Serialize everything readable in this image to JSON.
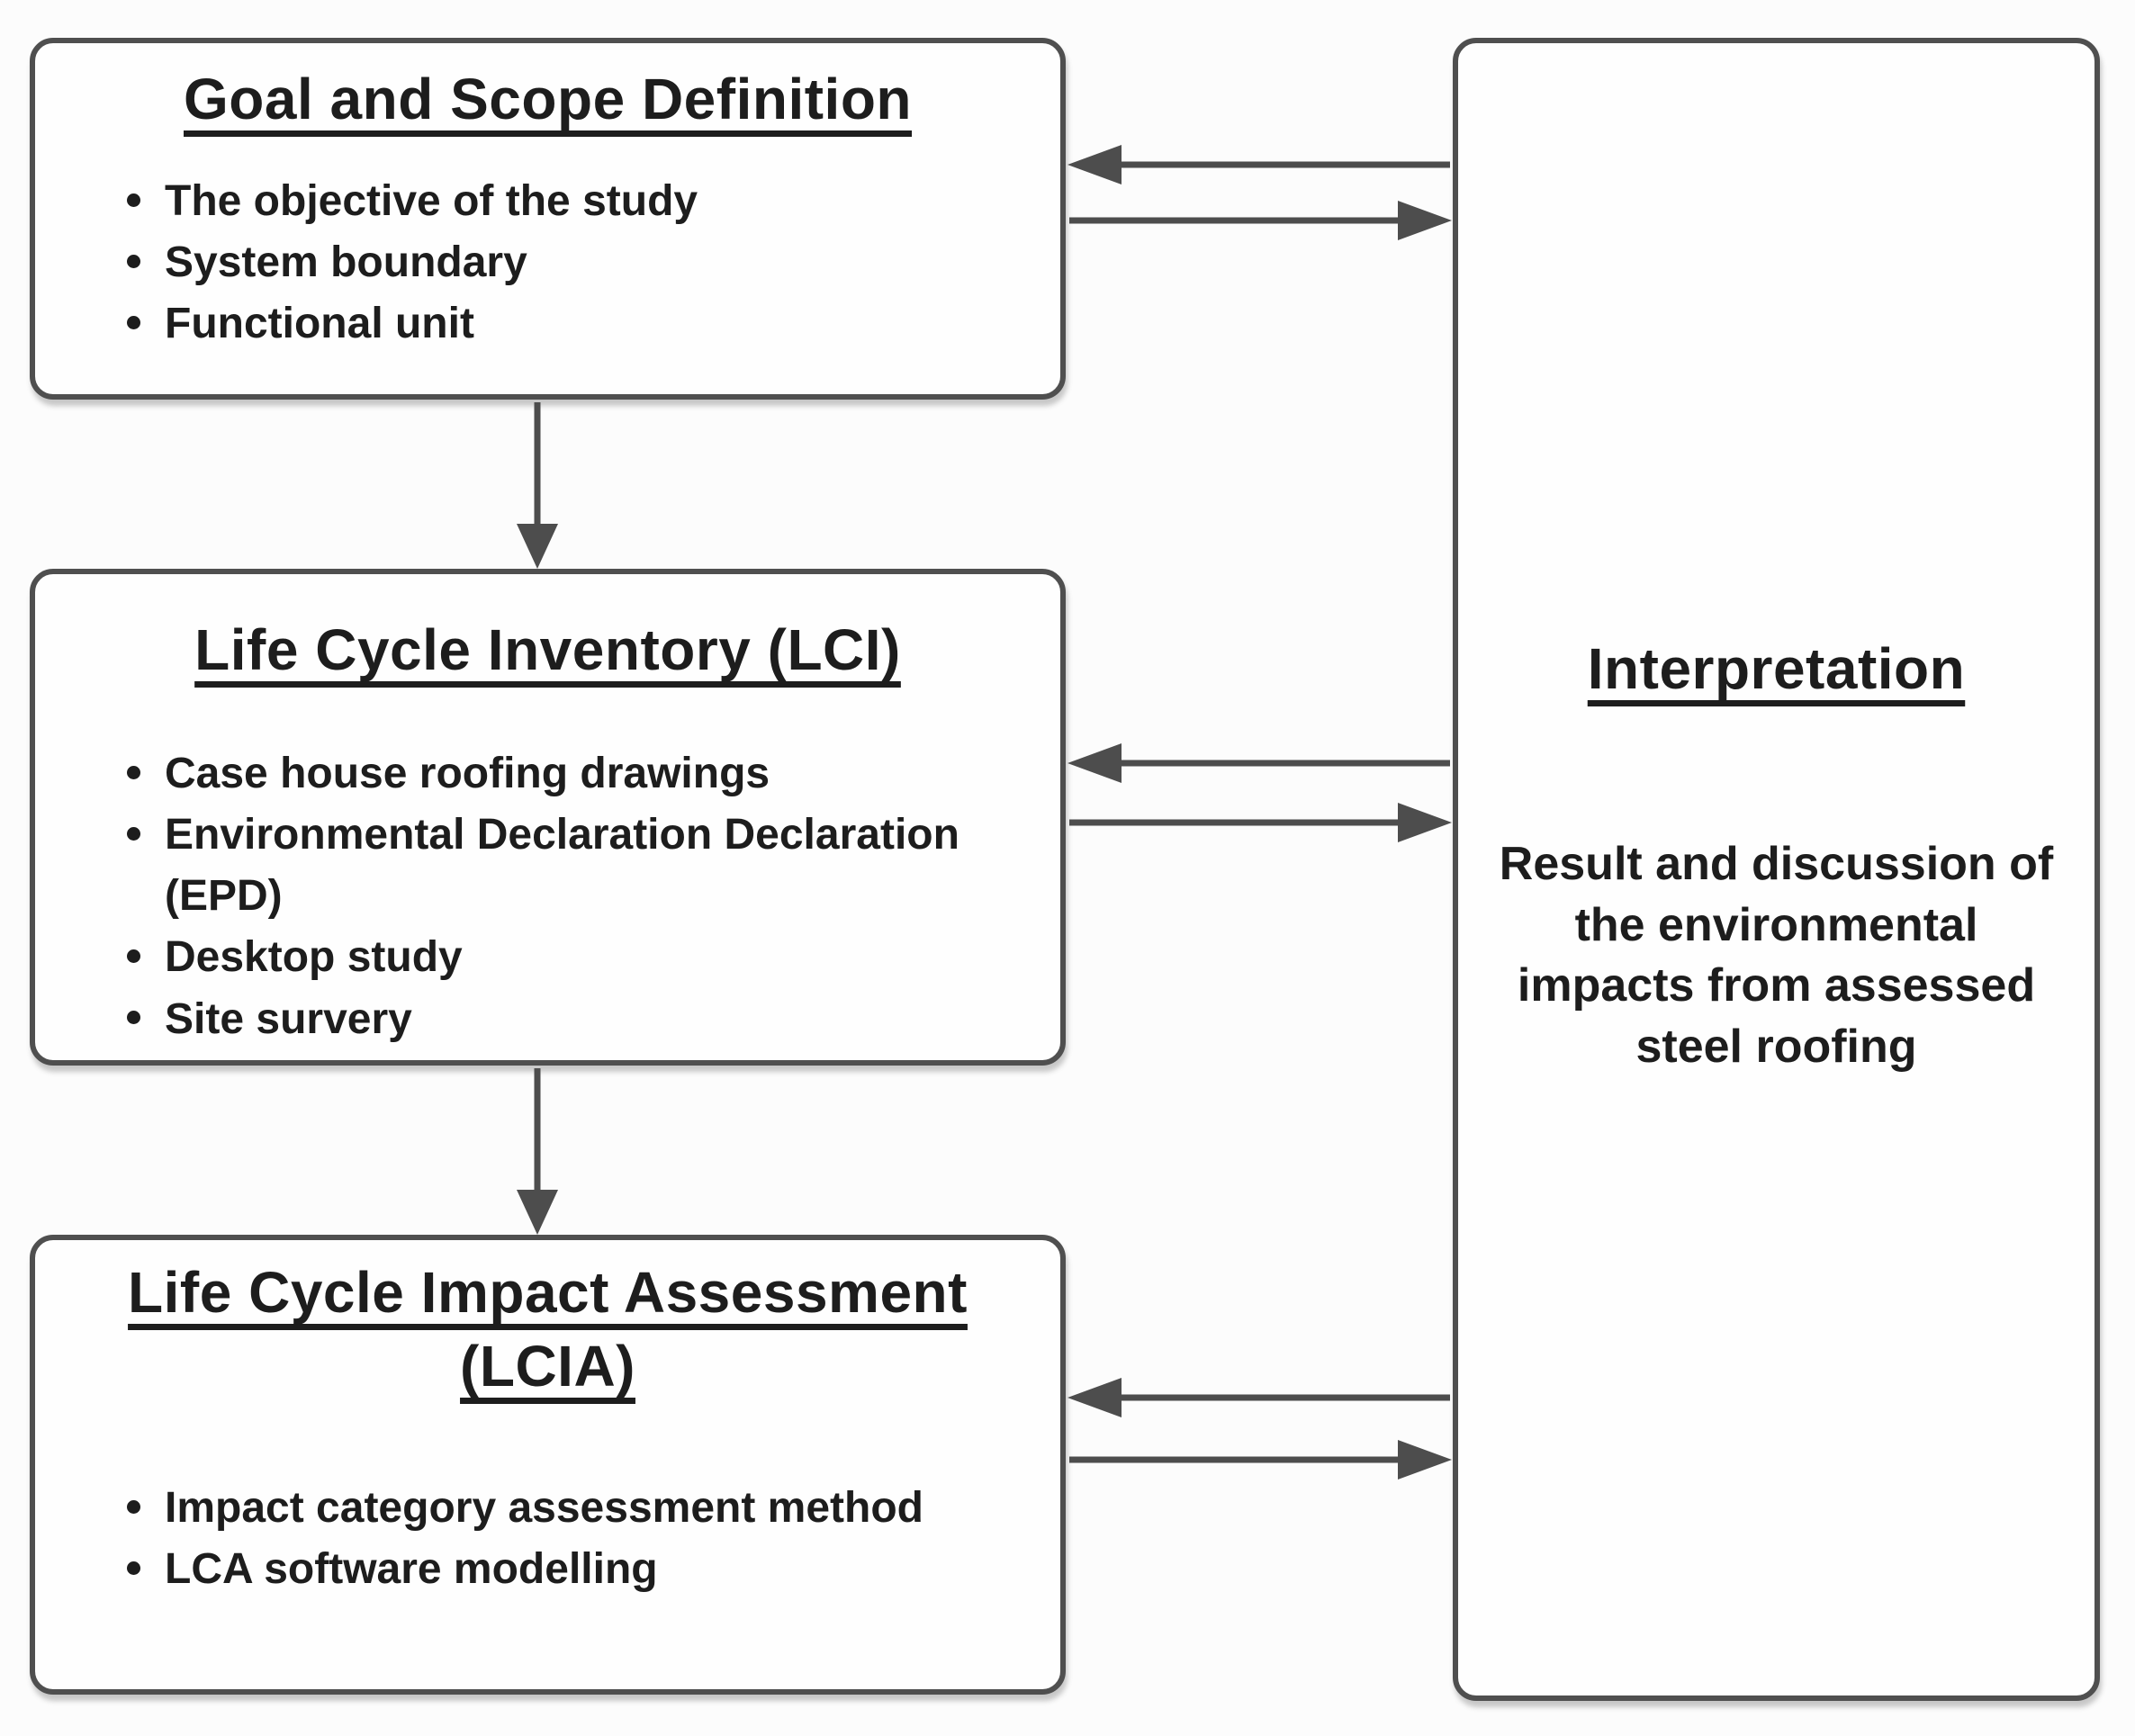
{
  "diagram": {
    "colors": {
      "bg": "#fcfcfc",
      "box_fill": "#fefefe",
      "border_color": "#4f4f4f",
      "arrow_color": "#4d4d4d",
      "text_color": "#1d1d1d"
    },
    "boxes": {
      "goal": {
        "title": "Goal and Scope Definition",
        "bullets": [
          "The objective of the study",
          "System boundary",
          "Functional unit"
        ]
      },
      "lci": {
        "title": "Life Cycle Inventory (LCI)",
        "bullets": [
          "Case house roofing drawings",
          "Environmental Declaration Declaration (EPD)",
          "Desktop study",
          "Site survery"
        ]
      },
      "lcia": {
        "title": "Life Cycle Impact Assessment (LCIA)",
        "bullets": [
          "Impact category assessment method",
          "LCA software modelling"
        ]
      },
      "interpretation": {
        "title": "Interpretation",
        "body": "Result and discussion of the environmental impacts from assessed steel roofing"
      }
    }
  }
}
